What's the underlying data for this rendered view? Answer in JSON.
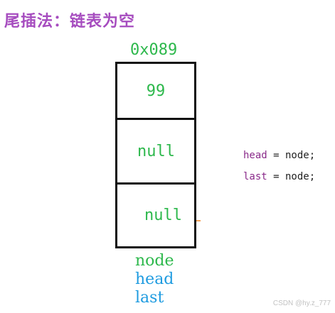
{
  "title": "尾插法：链表为空",
  "node": {
    "address": "0x089",
    "data_value": "99",
    "field1_value": "null",
    "field2_value": "null"
  },
  "pointer_labels": [
    "node",
    "head",
    "last"
  ],
  "code": [
    {
      "var": "head",
      "rest": " = node;"
    },
    {
      "var": "last",
      "rest": " = node;"
    }
  ],
  "watermark": "CSDN @hy.z_777",
  "colors": {
    "title": "#a64cbf",
    "node_text": "#2db84c",
    "pointer_blue": "#1e9be0",
    "code_keyword": "#8a2a8a"
  }
}
